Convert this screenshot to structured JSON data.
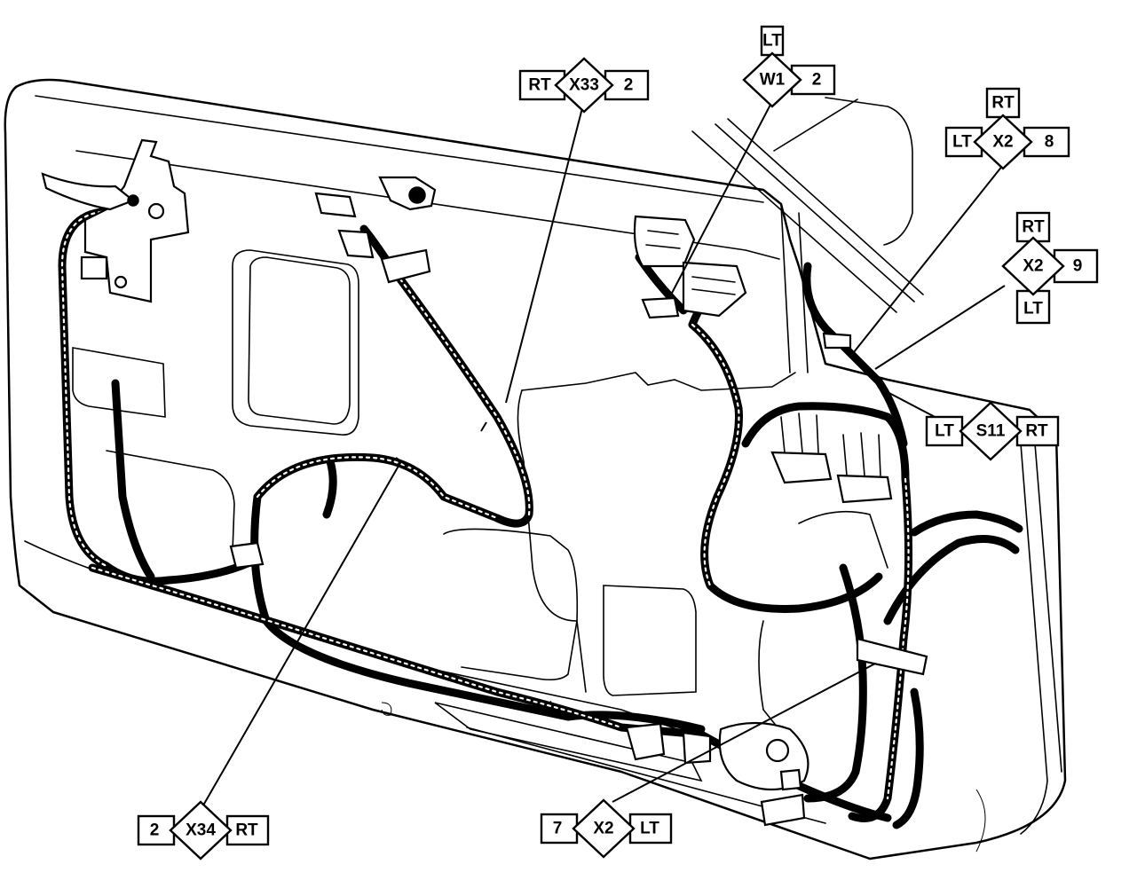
{
  "callouts": {
    "x33": {
      "id": "X33",
      "left": "RT",
      "right": "2"
    },
    "w1": {
      "id": "W1",
      "top": "LT",
      "right": "2"
    },
    "x2_8": {
      "id": "X2",
      "top": "RT",
      "left": "LT",
      "right": "8"
    },
    "x2_9": {
      "id": "X2",
      "top": "RT",
      "bottom": "LT",
      "right": "9"
    },
    "s11": {
      "id": "S11",
      "left": "LT",
      "right": "RT"
    },
    "x34": {
      "id": "X34",
      "left": "2",
      "right": "RT"
    },
    "x2_7": {
      "id": "X2",
      "left": "7",
      "right": "LT"
    }
  }
}
